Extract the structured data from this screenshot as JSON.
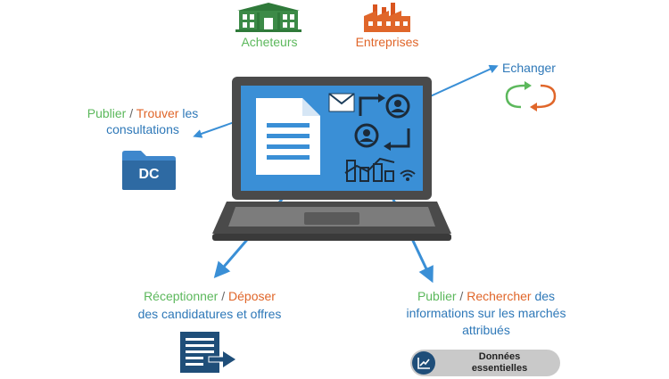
{
  "top": {
    "buyers_label": "Acheteurs",
    "companies_label": "Entreprises"
  },
  "exchange": {
    "label": "Echanger"
  },
  "publish_find": {
    "word1": "Publier",
    "sep": "/",
    "word2": "Trouver",
    "word3": "les",
    "line2": "consultations"
  },
  "dc_folder": {
    "label": "DC"
  },
  "receive_submit": {
    "word1": "Réceptionner",
    "sep": "/",
    "word2": "Déposer",
    "line2": "des candidatures et offres"
  },
  "publish_search": {
    "word1": "Publier",
    "sep": "/",
    "word2": "Rechercher",
    "word3": "des",
    "line2": "informations sur les marchés",
    "line3": "attribués"
  },
  "data_badge": {
    "line1": "Données",
    "line2": "essentielles"
  },
  "colors": {
    "green": "#5cb85c",
    "orange": "#e0662a",
    "blue": "#2e78b8",
    "laptop_body": "#4a4a4a",
    "screen": "#3a8fd6",
    "navy": "#1f4e79"
  }
}
